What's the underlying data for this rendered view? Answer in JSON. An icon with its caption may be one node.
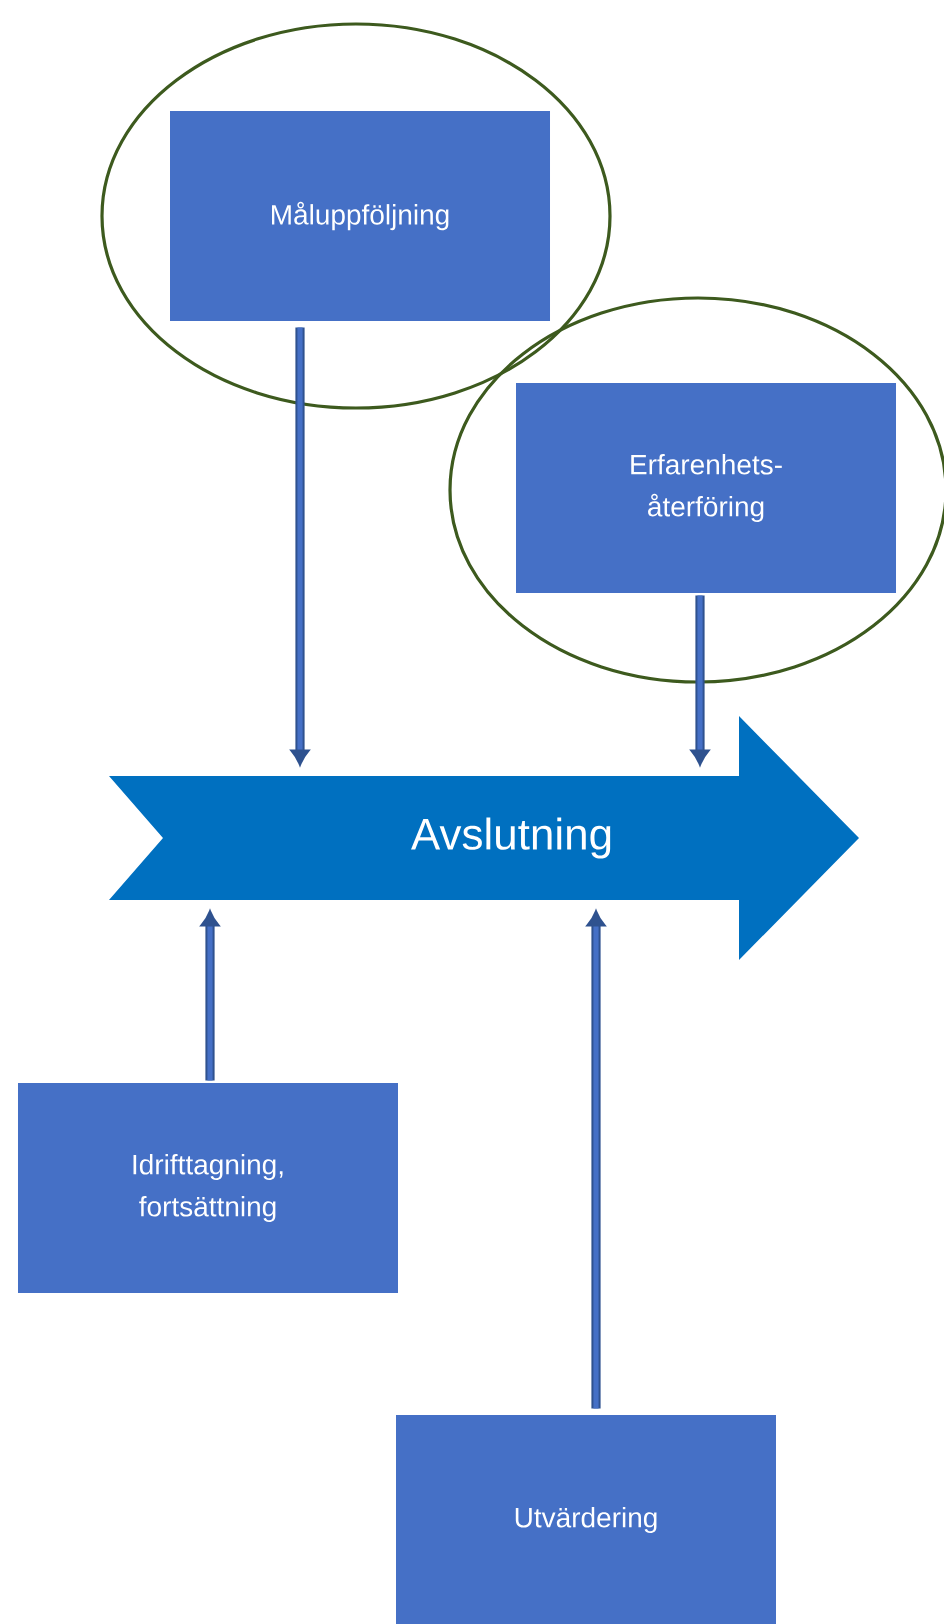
{
  "diagram": {
    "nodes": [
      {
        "text": [],
        "shape": "ellipse"
      },
      {
        "text": [
          "Måluppföljning"
        ],
        "in": 0
      },
      {
        "text": [],
        "shape": "ellipse"
      },
      {
        "text": [
          "Erfarenhets- återföring"
        ],
        "in": 2
      },
      {
        "text": [
          "Avslutning"
        ]
      },
      {
        "text": [
          "Idrifttagning, fortsättning"
        ]
      },
      {
        "text": [
          "Utvärdering"
        ]
      }
    ],
    "edges": [
      {
        "from": 1,
        "to": 4,
        "arrow": "to"
      },
      {
        "from": 3,
        "to": 4,
        "arrow": "to"
      },
      {
        "from": 5,
        "to": 4,
        "arrow": "to"
      },
      {
        "from": 6,
        "to": 4,
        "arrow": "to"
      }
    ]
  }
}
